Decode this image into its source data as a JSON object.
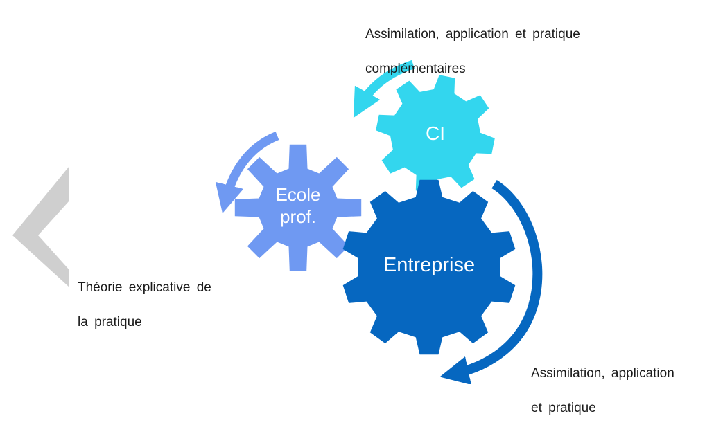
{
  "colors": {
    "ci": "#33d6ee",
    "ecole": "#6f99f2",
    "entreprise": "#0667c0",
    "arrow_ci": "#33d6ee",
    "arrow_ecole": "#6f99f2",
    "arrow_entreprise": "#0667c0",
    "chevron": "#cfcfcf"
  },
  "gears": {
    "ci": {
      "label": "CI"
    },
    "ecole": {
      "line1": "Ecole",
      "line2": "prof."
    },
    "entreprise": {
      "label": "Entreprise"
    }
  },
  "captions": {
    "ci": {
      "line1": "Assimilation,  application  et pratique",
      "line2": "complémentaires"
    },
    "ecole": {
      "line1": "Théorie  explicative  de",
      "line2": "la pratique"
    },
    "entreprise": {
      "line1": "Assimilation,  application",
      "line2": "et pratique"
    }
  }
}
